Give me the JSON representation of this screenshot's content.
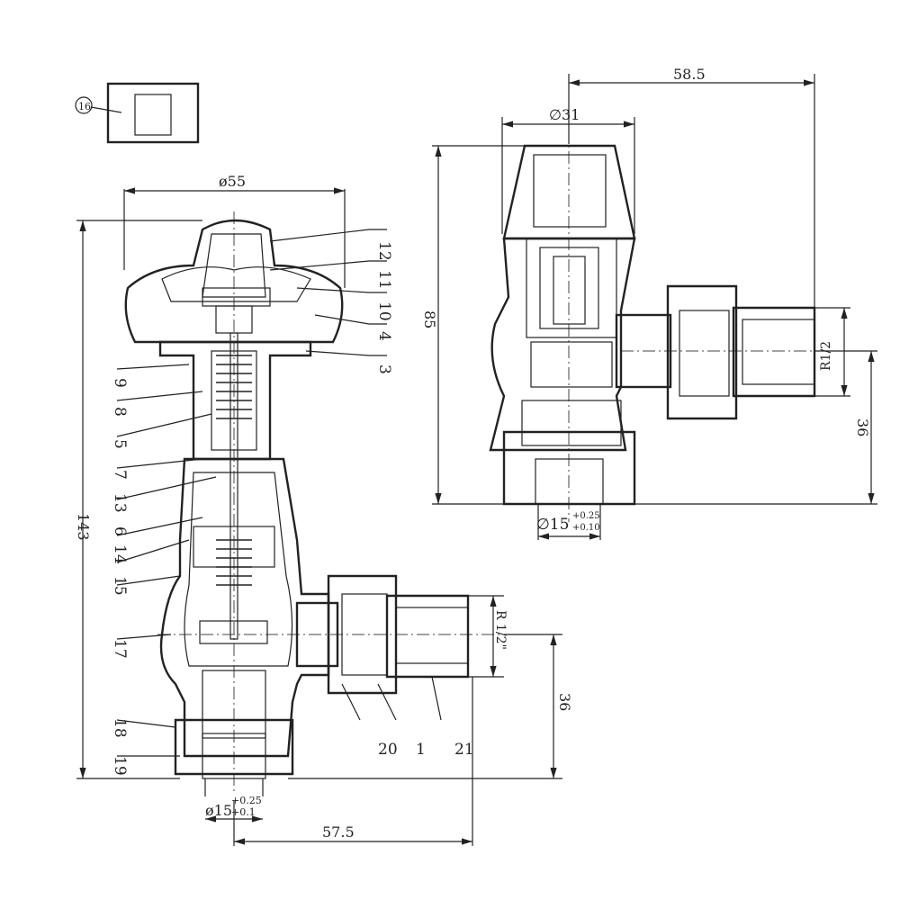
{
  "left_view": {
    "detail_label": "16",
    "dim_cap_diameter": "ø55",
    "dim_height": "143",
    "dim_outlet_offset": "57.5",
    "dim_outlet_height": "36",
    "thread_label": "R 1/2\"",
    "tail_dim_base": "ø15",
    "tail_dim_upper": "+0.25",
    "tail_dim_lower": "+0.1",
    "parts_right": [
      "12",
      "11",
      "10",
      "4",
      "3"
    ],
    "parts_left": [
      "9",
      "8",
      "5",
      "7",
      "13",
      "6",
      "14",
      "15",
      "17",
      "18",
      "19"
    ],
    "parts_bottom": [
      "20",
      "1",
      "21"
    ]
  },
  "right_view": {
    "dim_width": "58.5",
    "dim_head_diameter": "∅31",
    "dim_height": "85",
    "thread_label": "R1/2",
    "dim_outlet_height": "36",
    "tail_dim_base": "∅15",
    "tail_dim_upper": "+0.25",
    "tail_dim_lower": "+0.10"
  }
}
